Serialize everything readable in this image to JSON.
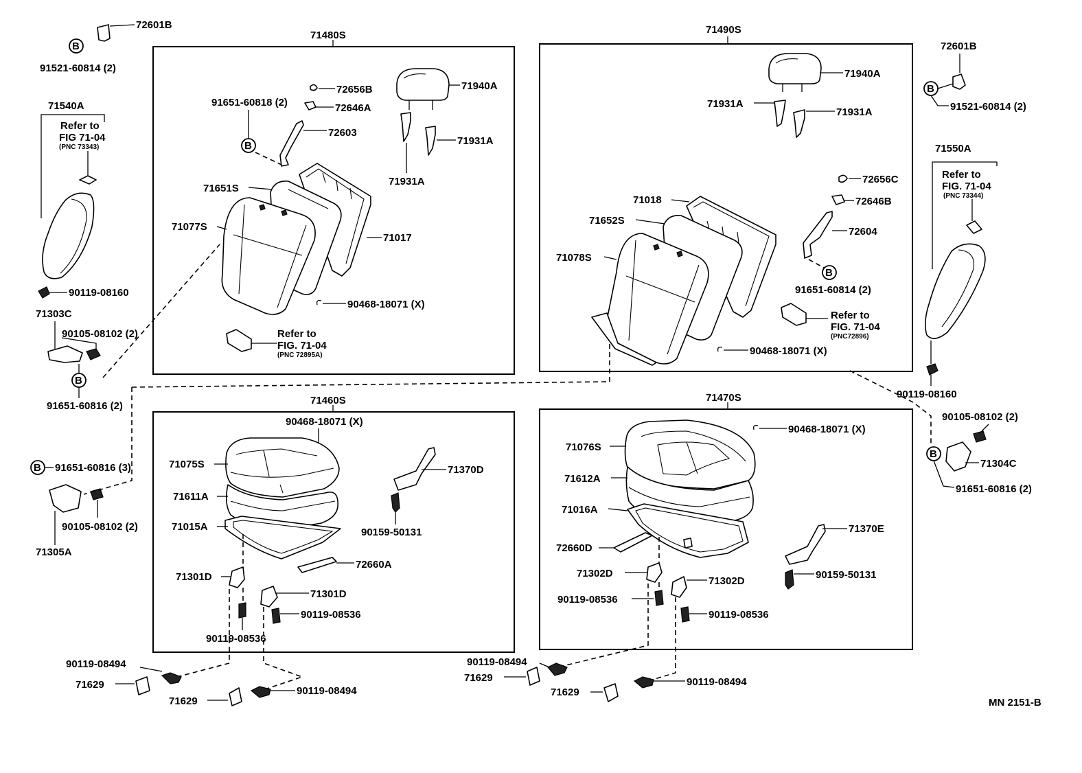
{
  "diagram": {
    "labels": {
      "l_72601B_a": "72601B",
      "l_91521_a": "91521-60814 (2)",
      "l_71540A": "71540A",
      "l_ref1_a": "Refer to",
      "l_ref1_b": "FIG 71-04",
      "l_ref1_c": "(PNC 73343)",
      "l_90119_08160_a": "90119-08160",
      "l_71303C": "71303C",
      "l_90105_a": "90105-08102 (2)",
      "l_91651_60816_a": "91651-60816 (2)",
      "l_91651_60816_b": "91651-60816 (3)",
      "l_90105_b": "90105-08102 (2)",
      "l_71305A": "71305A",
      "l_71480S": "71480S",
      "l_72656B": "72656B",
      "l_91651_60818": "91651-60818 (2)",
      "l_72646A": "72646A",
      "l_71940A_a": "71940A",
      "l_72603": "72603",
      "l_71931A_a": "71931A",
      "l_71931A_b": "71931A",
      "l_71651S": "71651S",
      "l_71077S": "71077S",
      "l_71017": "71017",
      "l_90468_a": "90468-18071 (X)",
      "l_ref2_a": "Refer to",
      "l_ref2_b": "FIG. 71-04",
      "l_ref2_c": "(PNC 72895A)",
      "l_71490S": "71490S",
      "l_71940A_b": "71940A",
      "l_71931A_c": "71931A",
      "l_71931A_d": "71931A",
      "l_72656C": "72656C",
      "l_71018": "71018",
      "l_72646B": "72646B",
      "l_71652S": "71652S",
      "l_72604": "72604",
      "l_71078S": "71078S",
      "l_91651_60814": "91651-60814 (2)",
      "l_ref3_a": "Refer to",
      "l_ref3_b": "FIG. 71-04",
      "l_ref3_c": "(PNC72896)",
      "l_90468_b": "90468-18071 (X)",
      "l_72601B_b": "72601B",
      "l_91521_b": "91521-60814 (2)",
      "l_71550A": "71550A",
      "l_ref4_a": "Refer to",
      "l_ref4_b": "FIG. 71-04",
      "l_ref4_c": "(PNC 73344)",
      "l_90119_08160_b": "90119-08160",
      "l_90105_c": "90105-08102 (2)",
      "l_71304C": "71304C",
      "l_91651_60816_c": "91651-60816 (2)",
      "l_71460S": "71460S",
      "l_90468_c": "90468-18071 (X)",
      "l_71075S": "71075S",
      "l_71370D": "71370D",
      "l_71611A": "71611A",
      "l_71015A": "71015A",
      "l_90159_a": "90159-50131",
      "l_72660A": "72660A",
      "l_71301D_a": "71301D",
      "l_71301D_b": "71301D",
      "l_90119_08536_a": "90119-08536",
      "l_90119_08536_b": "90119-08536",
      "l_90119_08494_a": "90119-08494",
      "l_71629_a": "71629",
      "l_71629_b": "71629",
      "l_90119_08494_b": "90119-08494",
      "l_71470S": "71470S",
      "l_90468_d": "90468-18071 (X)",
      "l_71076S": "71076S",
      "l_71612A": "71612A",
      "l_71016A": "71016A",
      "l_71370E": "71370E",
      "l_72660D": "72660D",
      "l_90159_b": "90159-50131",
      "l_71302D_a": "71302D",
      "l_71302D_b": "71302D",
      "l_90119_08536_c": "90119-08536",
      "l_90119_08536_d": "90119-08536",
      "l_90119_08494_c": "90119-08494",
      "l_71629_c": "71629",
      "l_71629_d": "71629",
      "l_90119_08494_d": "90119-08494",
      "l_mn": "MN 2151-B",
      "b": "B"
    }
  }
}
